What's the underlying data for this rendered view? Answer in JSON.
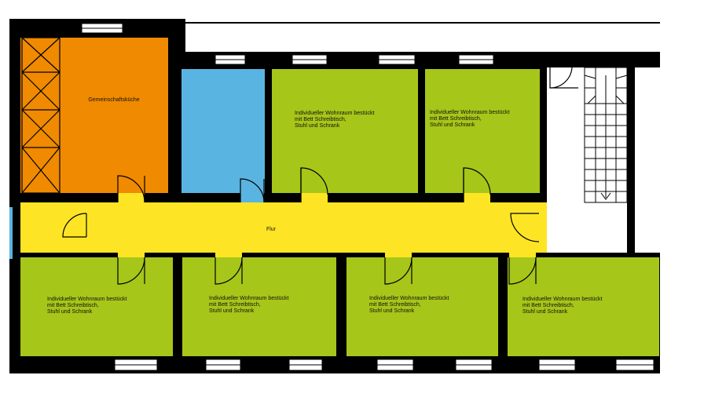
{
  "rooms": {
    "kitchen": {
      "label": "Gemeinschaftsküche",
      "color": "#f08a00"
    },
    "bath": {
      "label": "",
      "color": "#5ab4e2"
    },
    "corridor": {
      "label": "Flur",
      "color": "#fde525"
    },
    "room_top_1": {
      "label": "Individueller Wohnraum bestückt\nmit Bett Schreibtisch,\nStuhl und Schrank",
      "color": "#a6c619"
    },
    "room_top_2": {
      "label": "Individueller Wohnraum bestückt\nmit Bett Schreibtisch,\nStuhl und Schrank",
      "color": "#a6c619"
    },
    "room_bottom_1": {
      "label": "Individueller Wohnraum bestückt\nmit Bett Schreibtisch,\nStuhl und Schrank",
      "color": "#a6c619"
    },
    "room_bottom_2": {
      "label": "Individueller Wohnraum bestückt\nmit Bett Schreibtisch,\nStuhl und Schrank",
      "color": "#a6c619"
    },
    "room_bottom_3": {
      "label": "Individueller Wohnraum bestückt\nmit Bett Schreibtisch,\nStuhl und Schrank",
      "color": "#a6c619"
    },
    "room_bottom_4": {
      "label": "Individueller Wohnraum bestückt\nmit Bett Schreibtisch,\nStuhl und Schrank",
      "color": "#a6c619"
    }
  },
  "colors": {
    "wall": "#000000",
    "background": "#ffffff",
    "door_swing": "#000000"
  }
}
